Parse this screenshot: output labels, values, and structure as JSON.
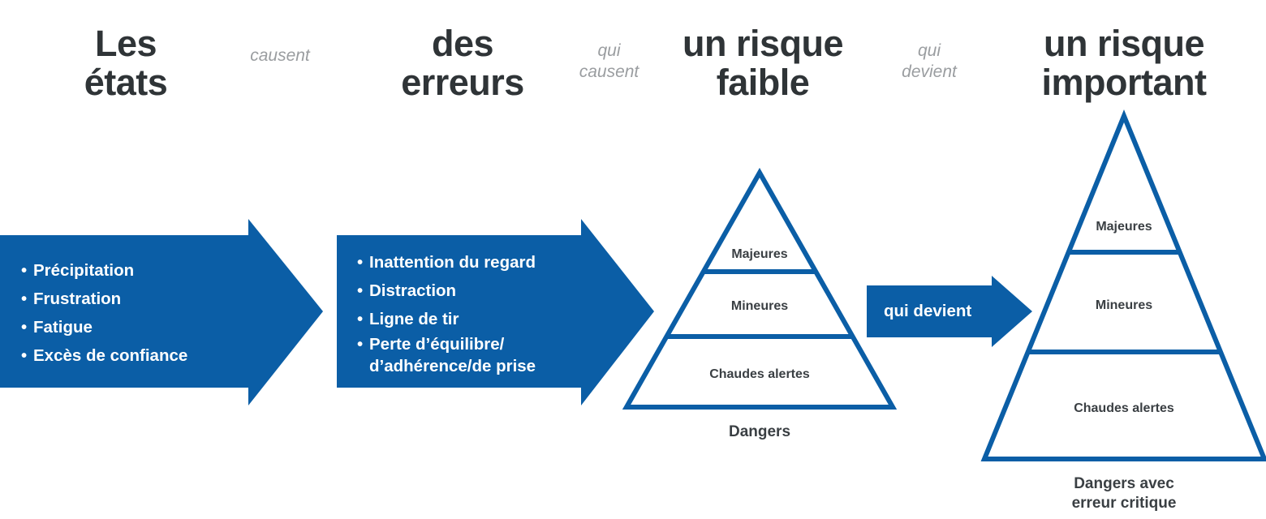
{
  "theme": {
    "blue": "#0b5ea6",
    "dark_text": "#2f3437",
    "grey_text": "#9a9da0",
    "label_text": "#3a3f43",
    "background": "#ffffff"
  },
  "headers": [
    {
      "id": "etats",
      "text": "Les\nétats"
    },
    {
      "id": "erreurs",
      "text": "des\nerreurs"
    },
    {
      "id": "risque-faible",
      "text": "un risque\nfaible"
    },
    {
      "id": "risque-important",
      "text": "un risque\nimportant"
    }
  ],
  "connectors": [
    {
      "id": "causent",
      "text": "causent"
    },
    {
      "id": "qui-causent",
      "text": "qui\ncausent"
    },
    {
      "id": "qui-devient-top",
      "text": "qui\ndevient"
    }
  ],
  "arrow_etats": {
    "name": "etats-arrow",
    "bullets": [
      {
        "line1": "Précipitation",
        "line2": ""
      },
      {
        "line1": "Frustration",
        "line2": ""
      },
      {
        "line1": "Fatigue",
        "line2": ""
      },
      {
        "line1": "Excès de confiance",
        "line2": ""
      }
    ]
  },
  "arrow_erreurs": {
    "name": "erreurs-arrow",
    "bullets": [
      {
        "line1": "Inattention du regard",
        "line2": ""
      },
      {
        "line1": "Distraction",
        "line2": ""
      },
      {
        "line1": "Ligne de tir",
        "line2": ""
      },
      {
        "line1": "Perte d’équilibre/",
        "line2": "d’adhérence/de prise"
      }
    ]
  },
  "arrow_qui_devient": {
    "name": "qui-devient-arrow",
    "label": "qui devient"
  },
  "pyramid_low": {
    "name": "pyramid-dangers",
    "caption": "Dangers",
    "tiers": [
      {
        "id": "majeures",
        "label": "Majeures"
      },
      {
        "id": "mineures",
        "label": "Mineures"
      },
      {
        "id": "chaudes-alertes",
        "label": "Chaudes alertes"
      }
    ]
  },
  "pyramid_high": {
    "name": "pyramid-dangers-erreur-critique",
    "caption": "Dangers avec\nerreur critique",
    "tiers": [
      {
        "id": "majeures",
        "label": "Majeures"
      },
      {
        "id": "mineures",
        "label": "Mineures"
      },
      {
        "id": "chaudes-alertes",
        "label": "Chaudes alertes"
      }
    ]
  },
  "bullet_glyph": "•"
}
